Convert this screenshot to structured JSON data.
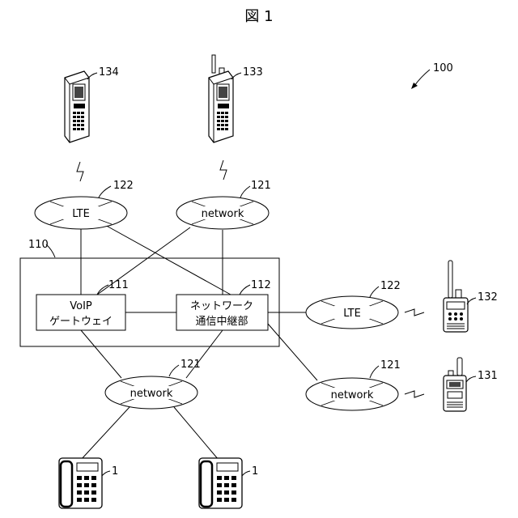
{
  "figure": {
    "title": "図 1",
    "system_ref": "100"
  },
  "system_box": {
    "ref": "110"
  },
  "gateway": {
    "ref": "111",
    "line1": "VoIP",
    "line2": "ゲートウェイ"
  },
  "relay": {
    "ref": "112",
    "line1": "ネットワーク",
    "line2": "通信中継部"
  },
  "clouds": {
    "lte_top": {
      "ref": "122",
      "label": "LTE"
    },
    "net_top": {
      "ref": "121",
      "label": "network"
    },
    "lte_right": {
      "ref": "122",
      "label": "LTE"
    },
    "net_right": {
      "ref": "121",
      "label": "network"
    },
    "net_bottom": {
      "ref": "121",
      "label": "network"
    }
  },
  "devices": {
    "phone134": {
      "ref": "134"
    },
    "phone133": {
      "ref": "133"
    },
    "radio132": {
      "ref": "132"
    },
    "radio131": {
      "ref": "131"
    },
    "desk_left": {
      "ref": "1"
    },
    "desk_right": {
      "ref": "1"
    }
  }
}
